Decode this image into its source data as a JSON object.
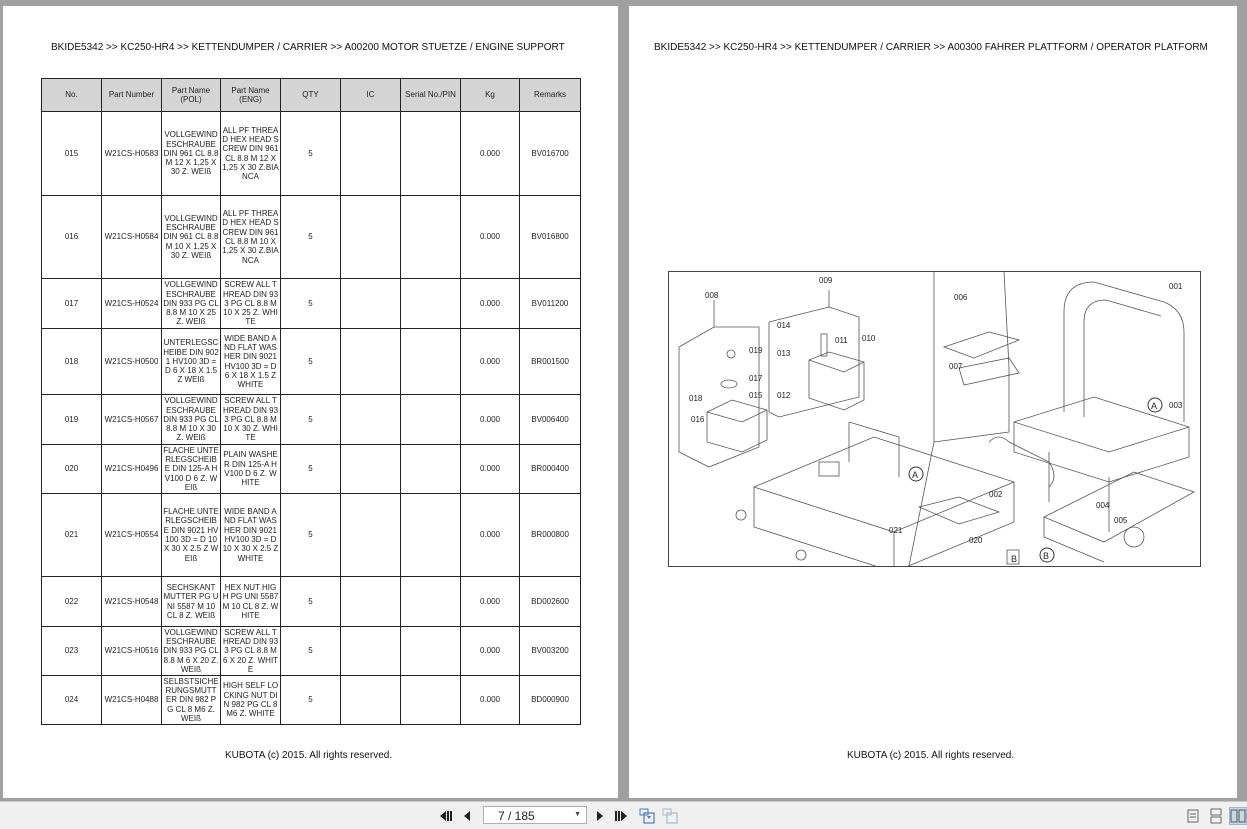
{
  "left_page": {
    "breadcrumb": "BKIDE5342 >> KC250-HR4 >> KETTENDUMPER / CARRIER >> A00200   MOTOR STUETZE / ENGINE SUPPORT",
    "footer": "KUBOTA (c) 2015. All rights reserved.",
    "table": {
      "headers": [
        "No.",
        "Part Number",
        "Part Name (POL)",
        "Part Name (ENG)",
        "QTY",
        "IC",
        "Serial No./PIN",
        "Kg",
        "Remarks"
      ],
      "rows": [
        {
          "no": "015",
          "part_number": "W21CS-H0583",
          "name_pol": "VOLLGEWINDESCHRAUBE DIN 961 CL 8.8 M 12 X 1,25 X 30 Z. WEIß",
          "name_eng": "ALL PF THREAD HEX HEAD SCREW DIN 961 CL 8.8 M 12 X 1,25 X 30 Z.BIANCA",
          "qty": "5",
          "ic": "",
          "serial": "",
          "kg": "0.000",
          "remarks": "BV016700"
        },
        {
          "no": "016",
          "part_number": "W21CS-H0584",
          "name_pol": "VOLLGEWINDESCHRAUBE DIN 961 CL 8.8 M 10 X 1,25 X 30 Z. WEIß",
          "name_eng": "ALL PF THREAD HEX HEAD SCREW DIN 961 CL 8.8 M 10 X 1,25 X 30 Z.BIANCA",
          "qty": "5",
          "ic": "",
          "serial": "",
          "kg": "0.000",
          "remarks": "BV016800"
        },
        {
          "no": "017",
          "part_number": "W21CS-H0524",
          "name_pol": "VOLLGEWINDESCHRAUBE DIN 933 PG CL 8.8 M 10 X 25 Z. WEIß",
          "name_eng": "SCREW ALL THREAD DIN 933 PG CL 8.8 M 10 X 25 Z. WHITE",
          "qty": "5",
          "ic": "",
          "serial": "",
          "kg": "0.000",
          "remarks": "BV011200"
        },
        {
          "no": "018",
          "part_number": "W21CS-H0500",
          "name_pol": "UNTERLEGSCHEIBE DIN 9021 HV100 3D = D 6 X 18 X 1.5 Z WEIß",
          "name_eng": "WIDE BAND AND FLAT WASHER DIN 9021 HV100 3D = D 6 X 18 X 1.5 Z WHITE",
          "qty": "5",
          "ic": "",
          "serial": "",
          "kg": "0.000",
          "remarks": "BR001500"
        },
        {
          "no": "019",
          "part_number": "W21CS-H0567",
          "name_pol": "VOLLGEWINDESCHRAUBE DIN 933 PG CL 8.8 M 10 X 30 Z. WEIß",
          "name_eng": "SCREW ALL THREAD DIN 933 PG CL 8.8 M 10 X 30 Z. WHITE",
          "qty": "5",
          "ic": "",
          "serial": "",
          "kg": "0.000",
          "remarks": "BV006400"
        },
        {
          "no": "020",
          "part_number": "W21CS-H0496",
          "name_pol": "FLACHE UNTERLEGSCHEIBE DIN 125-A HV100 D 6 Z. WEIß",
          "name_eng": "PLAIN WASHER DIN 125-A HV100 D 6 Z. WHITE",
          "qty": "5",
          "ic": "",
          "serial": "",
          "kg": "0.000",
          "remarks": "BR000400"
        },
        {
          "no": "021",
          "part_number": "W21CS-H0554",
          "name_pol": "FLACHE UNTERLEGSCHEIBE DIN 9021 HV100 3D = D 10 X 30 X 2.5 Z WEIß",
          "name_eng": "WIDE BAND AND FLAT WASHER DIN 9021 HV100 3D = D 10 X 30 X 2.5 Z WHITE",
          "qty": "5",
          "ic": "",
          "serial": "",
          "kg": "0.000",
          "remarks": "BR000800"
        },
        {
          "no": "022",
          "part_number": "W21CS-H0548",
          "name_pol": "SECHSKANT MUTTER PG UNI 5587 M 10 CL 8 Z. WEIß",
          "name_eng": "HEX NUT HIGH PG UNI 5587 M 10 CL 8 Z. WHITE",
          "qty": "5",
          "ic": "",
          "serial": "",
          "kg": "0.000",
          "remarks": "BD002600"
        },
        {
          "no": "023",
          "part_number": "W21CS-H0516",
          "name_pol": "VOLLGEWINDESCHRAUBE DIN 933 PG CL 8.8 M 6 X 20 Z. WEIß",
          "name_eng": "SCREW ALL THREAD DIN 933 PG CL 8.8 M 6 X 20 Z. WHITE",
          "qty": "5",
          "ic": "",
          "serial": "",
          "kg": "0.000",
          "remarks": "BV003200"
        },
        {
          "no": "024",
          "part_number": "W21CS-H0488",
          "name_pol": "SELBSTSICHERUNGSMUTTER DIN 982 PG CL 8 M6 Z. WEIß",
          "name_eng": "HIGH SELF LOCKING NUT DIN 982 PG CL 8 M6 Z. WHITE",
          "qty": "5",
          "ic": "",
          "serial": "",
          "kg": "0.000",
          "remarks": "BD000900"
        }
      ]
    }
  },
  "right_page": {
    "breadcrumb": "BKIDE5342 >> KC250-HR4 >> KETTENDUMPER / CARRIER >> A00300   FAHRER PLATTFORM / OPERATOR PLATFORM",
    "footer": "KUBOTA (c) 2015. All rights reserved.",
    "diagram": {
      "callouts": [
        "001",
        "002",
        "003",
        "004",
        "005",
        "006",
        "007",
        "008",
        "009",
        "010",
        "011",
        "012",
        "013",
        "014",
        "015",
        "016",
        "017",
        "018",
        "019",
        "020",
        "021"
      ],
      "markers": [
        "A",
        "B"
      ]
    }
  },
  "toolbar": {
    "page_indicator": "7 / 185",
    "icons": [
      "first-page-icon",
      "previous-page-icon",
      "next-page-icon",
      "last-page-icon",
      "fit-page-icon",
      "fit-width-icon",
      "single-page-view-icon",
      "continuous-view-icon",
      "two-page-view-icon"
    ]
  }
}
